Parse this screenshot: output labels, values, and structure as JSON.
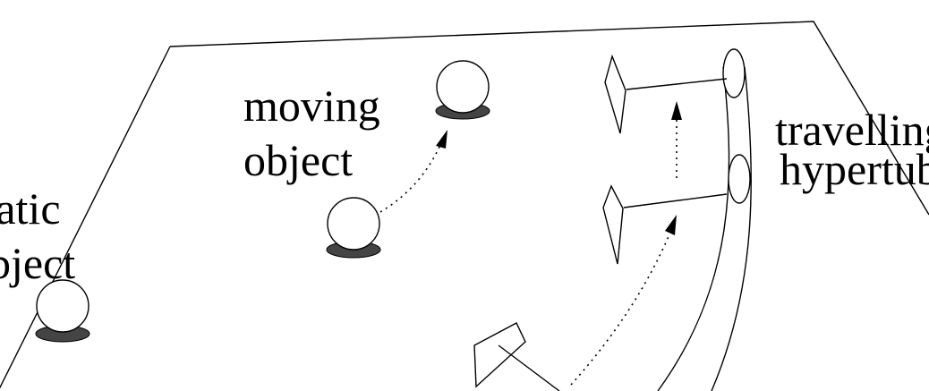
{
  "labels": {
    "static_object": [
      "static",
      "object"
    ],
    "moving_object": [
      "moving",
      "object"
    ],
    "travelling_hypertube": [
      "travelling",
      "hypertube"
    ]
  },
  "colors": {
    "ink": "#000000",
    "shadow": "#444444",
    "background": "#ffffff"
  }
}
